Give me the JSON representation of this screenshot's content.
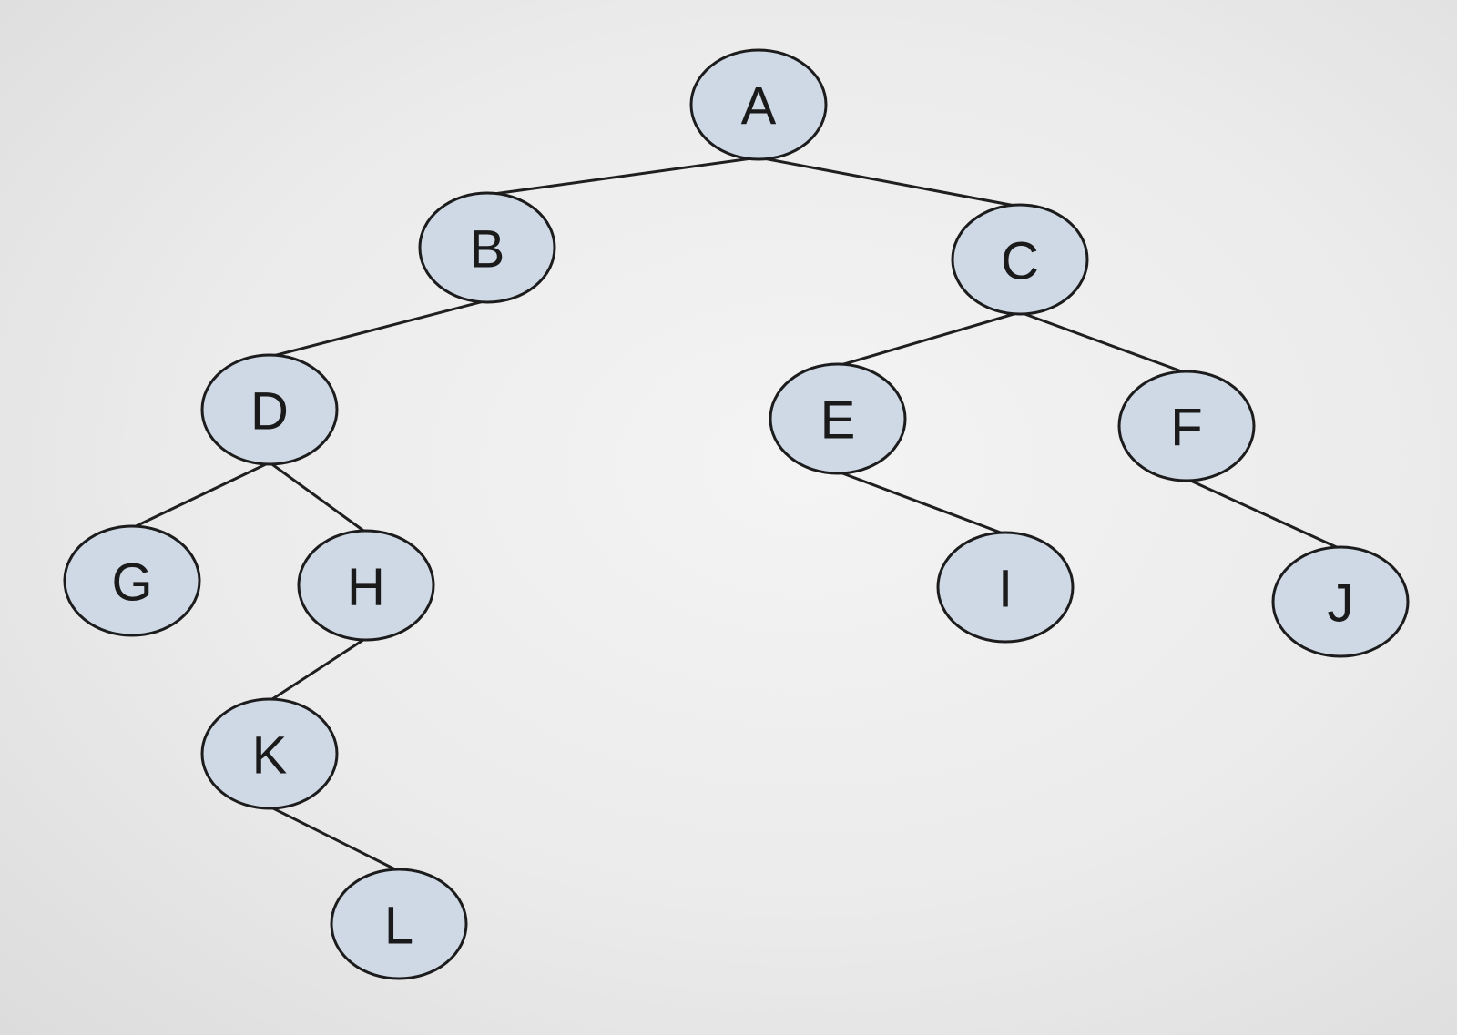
{
  "diagram": {
    "type": "binary-tree",
    "nodes": [
      {
        "id": "A",
        "label": "A"
      },
      {
        "id": "B",
        "label": "B"
      },
      {
        "id": "C",
        "label": "C"
      },
      {
        "id": "D",
        "label": "D"
      },
      {
        "id": "E",
        "label": "E"
      },
      {
        "id": "F",
        "label": "F"
      },
      {
        "id": "G",
        "label": "G"
      },
      {
        "id": "H",
        "label": "H"
      },
      {
        "id": "I",
        "label": "I"
      },
      {
        "id": "J",
        "label": "J"
      },
      {
        "id": "K",
        "label": "K"
      },
      {
        "id": "L",
        "label": "L"
      }
    ],
    "edges": [
      {
        "from": "A",
        "to": "B"
      },
      {
        "from": "A",
        "to": "C"
      },
      {
        "from": "B",
        "to": "D"
      },
      {
        "from": "C",
        "to": "E"
      },
      {
        "from": "C",
        "to": "F"
      },
      {
        "from": "D",
        "to": "G"
      },
      {
        "from": "D",
        "to": "H"
      },
      {
        "from": "E",
        "to": "I"
      },
      {
        "from": "F",
        "to": "J"
      },
      {
        "from": "H",
        "to": "K"
      },
      {
        "from": "K",
        "to": "L"
      }
    ],
    "colors": {
      "node_fill": "#cfd9e6",
      "node_stroke": "#1c1c1c",
      "edge": "#1f1f1f",
      "label": "#1a1a1a"
    }
  }
}
